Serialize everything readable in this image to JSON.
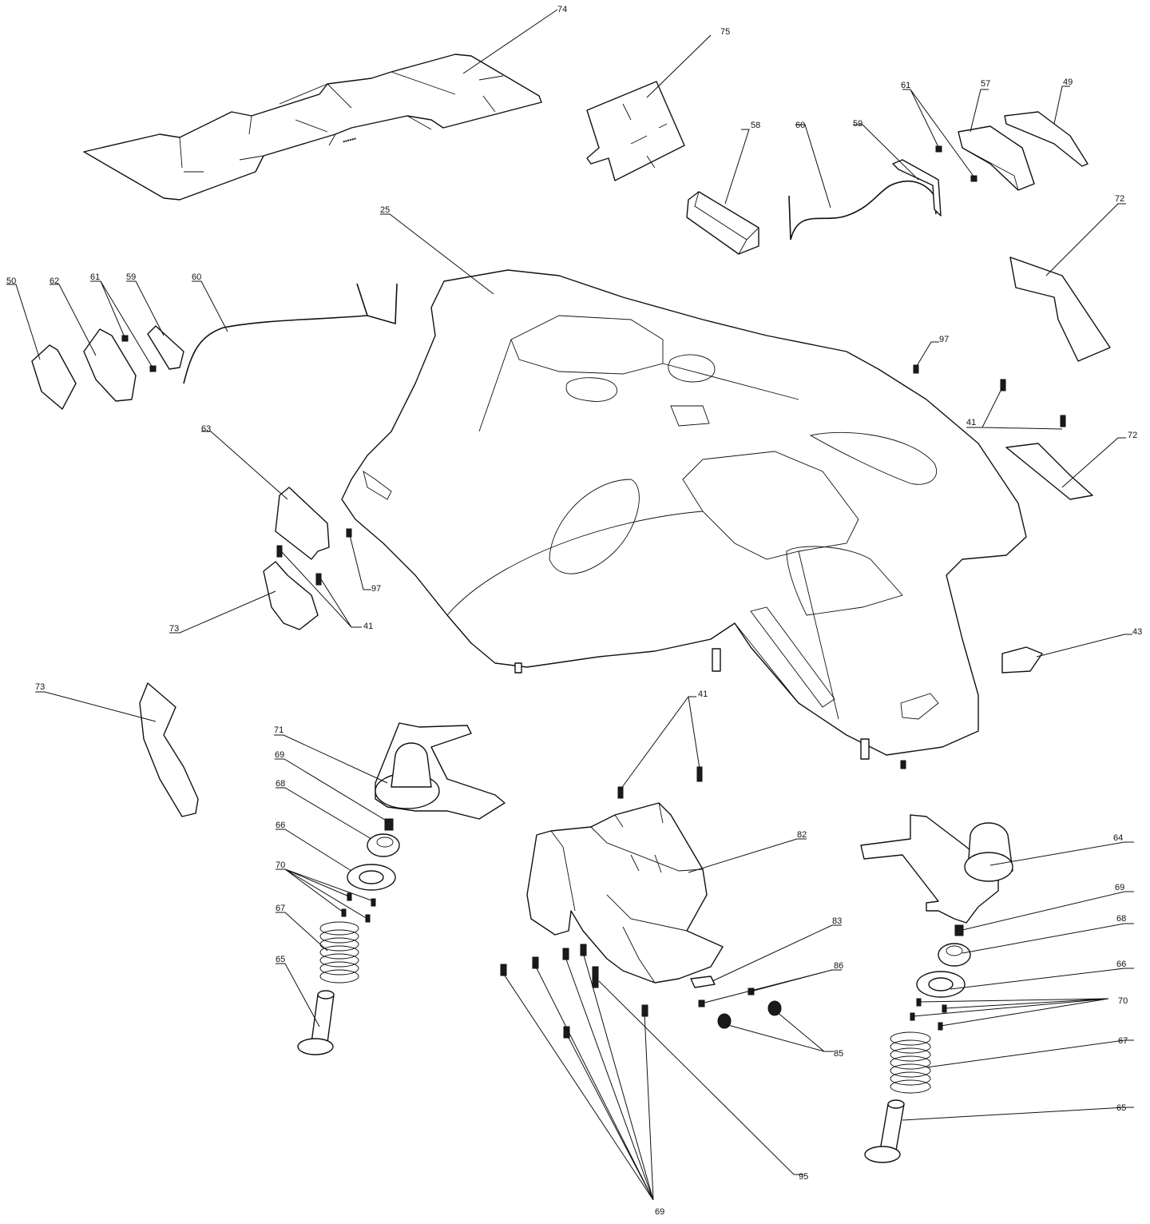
{
  "diagram": {
    "colors": {
      "line": "#111111",
      "background": "#ffffff"
    },
    "callouts": [
      {
        "id": "c74",
        "text": "74"
      },
      {
        "id": "c75",
        "text": "75"
      },
      {
        "id": "c61a",
        "text": "61"
      },
      {
        "id": "c57",
        "text": "57"
      },
      {
        "id": "c49",
        "text": "49"
      },
      {
        "id": "c58",
        "text": "58"
      },
      {
        "id": "c60a",
        "text": "60"
      },
      {
        "id": "c59a",
        "text": "59"
      },
      {
        "id": "c72a",
        "text": "72"
      },
      {
        "id": "c25",
        "text": "25"
      },
      {
        "id": "c50",
        "text": "50"
      },
      {
        "id": "c62",
        "text": "62"
      },
      {
        "id": "c61b",
        "text": "61"
      },
      {
        "id": "c59b",
        "text": "59"
      },
      {
        "id": "c60b",
        "text": "60"
      },
      {
        "id": "c97a",
        "text": "97"
      },
      {
        "id": "c41a",
        "text": "41"
      },
      {
        "id": "c72b",
        "text": "72"
      },
      {
        "id": "c63",
        "text": "63"
      },
      {
        "id": "c97b",
        "text": "97"
      },
      {
        "id": "c41b",
        "text": "41"
      },
      {
        "id": "c73a",
        "text": "73"
      },
      {
        "id": "c43",
        "text": "43"
      },
      {
        "id": "c73b",
        "text": "73"
      },
      {
        "id": "c41c",
        "text": "41"
      },
      {
        "id": "c71",
        "text": "71"
      },
      {
        "id": "c69a",
        "text": "69"
      },
      {
        "id": "c68a",
        "text": "68"
      },
      {
        "id": "c66a",
        "text": "66"
      },
      {
        "id": "c70a",
        "text": "70"
      },
      {
        "id": "c67a",
        "text": "67"
      },
      {
        "id": "c65a",
        "text": "65"
      },
      {
        "id": "c82",
        "text": "82"
      },
      {
        "id": "c64",
        "text": "64"
      },
      {
        "id": "c69b",
        "text": "69"
      },
      {
        "id": "c68b",
        "text": "68"
      },
      {
        "id": "c83",
        "text": "83"
      },
      {
        "id": "c86",
        "text": "86"
      },
      {
        "id": "c66b",
        "text": "66"
      },
      {
        "id": "c70b",
        "text": "70"
      },
      {
        "id": "c85",
        "text": "85"
      },
      {
        "id": "c67b",
        "text": "67"
      },
      {
        "id": "c65b",
        "text": "65"
      },
      {
        "id": "c95",
        "text": "95"
      },
      {
        "id": "c69c",
        "text": "69"
      }
    ]
  }
}
